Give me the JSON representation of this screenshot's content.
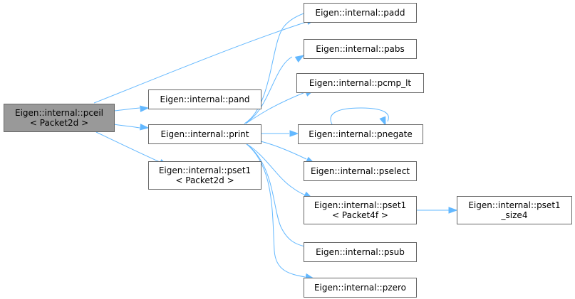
{
  "nodes": {
    "pceil": {
      "lines": [
        "Eigen::internal::pceil",
        "< Packet2d >"
      ],
      "root": true
    },
    "pand": {
      "lines": [
        "Eigen::internal::pand"
      ]
    },
    "print": {
      "lines": [
        "Eigen::internal::print"
      ]
    },
    "pset1_packet2d": {
      "lines": [
        "Eigen::internal::pset1",
        "< Packet2d >"
      ]
    },
    "padd": {
      "lines": [
        "Eigen::internal::padd"
      ]
    },
    "pabs": {
      "lines": [
        "Eigen::internal::pabs"
      ]
    },
    "pcmp_lt": {
      "lines": [
        "Eigen::internal::pcmp_lt"
      ]
    },
    "pnegate": {
      "lines": [
        "Eigen::internal::pnegate"
      ]
    },
    "pselect": {
      "lines": [
        "Eigen::internal::pselect"
      ]
    },
    "pset1_packet4f": {
      "lines": [
        "Eigen::internal::pset1",
        "< Packet4f >"
      ]
    },
    "psub": {
      "lines": [
        "Eigen::internal::psub"
      ]
    },
    "pzero": {
      "lines": [
        "Eigen::internal::pzero"
      ]
    },
    "pset1_size4": {
      "lines": [
        "Eigen::internal::pset1",
        "_size4"
      ]
    }
  },
  "edges": [
    {
      "from": "pceil",
      "to": "padd"
    },
    {
      "from": "pceil",
      "to": "pand"
    },
    {
      "from": "pceil",
      "to": "print"
    },
    {
      "from": "pceil",
      "to": "pset1_packet2d"
    },
    {
      "from": "print",
      "to": "padd"
    },
    {
      "from": "print",
      "to": "pabs"
    },
    {
      "from": "print",
      "to": "pcmp_lt"
    },
    {
      "from": "print",
      "to": "pnegate"
    },
    {
      "from": "print",
      "to": "pselect"
    },
    {
      "from": "print",
      "to": "pset1_packet4f"
    },
    {
      "from": "print",
      "to": "psub"
    },
    {
      "from": "print",
      "to": "pzero"
    },
    {
      "from": "pnegate",
      "to": "pnegate"
    },
    {
      "from": "pset1_packet4f",
      "to": "pset1_size4"
    }
  ],
  "colors": {
    "edge": "#63b8ff",
    "root_fill": "#999999",
    "node_fill": "#ffffff",
    "node_border": "#666666"
  }
}
